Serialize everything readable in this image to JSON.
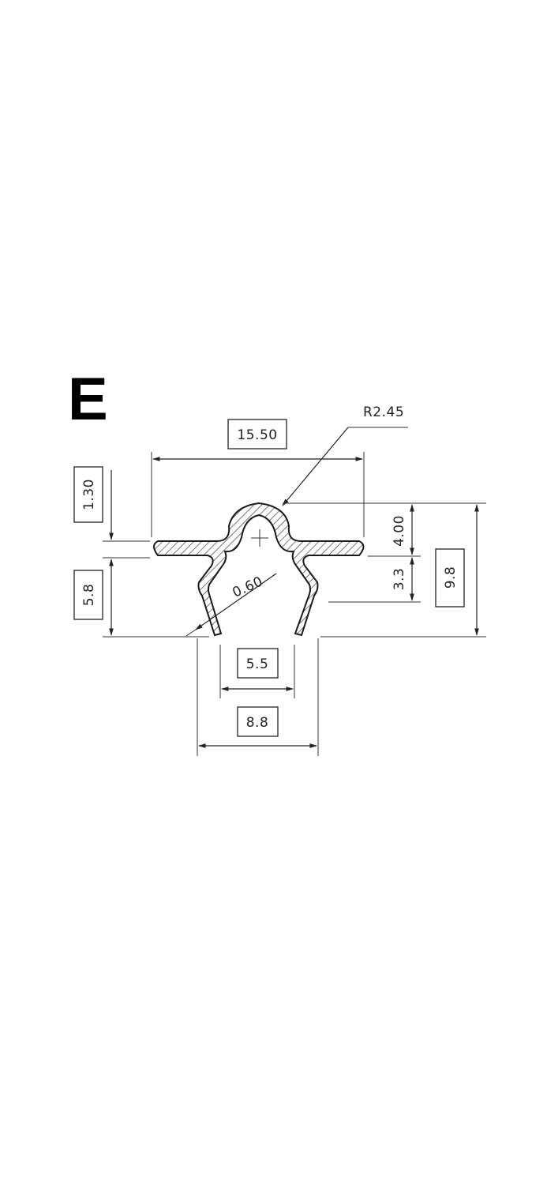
{
  "panel": {
    "label": "E"
  },
  "dimensions": {
    "width_top": "15.50",
    "radius": "R2.45",
    "flange_thickness": "1.30",
    "lower_height": "5.8",
    "wall_thickness": "0.60",
    "dome_height": "4.00",
    "leg_height": "3.3",
    "total_height": "9.8",
    "inner_opening": "5.5",
    "outer_opening": "8.8"
  },
  "boxed_dimensions": [
    "width_top",
    "flange_thickness",
    "lower_height",
    "total_height",
    "inner_opening",
    "outer_opening"
  ],
  "colors": {
    "ink": "#222222",
    "background": "#ffffff"
  }
}
